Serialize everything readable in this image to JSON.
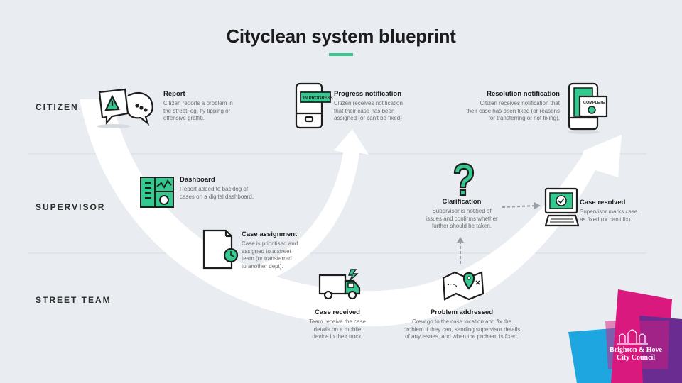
{
  "title": "Cityclean system blueprint",
  "lanes": {
    "citizen": "CITIZEN",
    "supervisor": "SUPERVISOR",
    "street_team": "STREET TEAM"
  },
  "steps": {
    "report": {
      "title": "Report",
      "lines": [
        "Citizen reports a problem in",
        "the street, eg. fly tipping or",
        "offensive graffiti."
      ]
    },
    "progress": {
      "title": "Progress notification",
      "lines": [
        "Citizen receives notification",
        "that their case has been",
        "assigned (or can't be fixed)"
      ]
    },
    "resolution": {
      "title": "Resolution notification",
      "lines": [
        "Citizen receives notification that",
        "their case has been fixed (or reasons",
        "for transferring or not fixing)."
      ]
    },
    "dashboard": {
      "title": "Dashboard",
      "lines": [
        "Report added to backlog of",
        "cases on a digital dashboard."
      ]
    },
    "assignment": {
      "title": "Case assignment",
      "lines": [
        "Case is prioritised and",
        "assigned to a street",
        "team (or transferred",
        "to another dept)."
      ]
    },
    "clarification": {
      "title": "Clarification",
      "lines": [
        "Supervisor is notified of",
        "issues and confirms whether",
        "further should be taken."
      ]
    },
    "resolved": {
      "title": "Case resolved",
      "lines": [
        "Supervisor marks case",
        "as fixed (or can't fix)."
      ]
    },
    "received": {
      "title": "Case received",
      "lines": [
        "Team receive the case",
        "details on a mobile",
        "device in their truck."
      ]
    },
    "addressed": {
      "title": "Problem addressed",
      "lines": [
        "Crew go to the case location and fix the",
        "problem if they can, sending supervisor details",
        "of any issues, and when the problem is fixed."
      ]
    }
  },
  "icon_text": {
    "phone_badge": "IN PROGRESS",
    "complete_badge": "COMPLETE"
  },
  "logo": {
    "line1": "Brighton & Hove",
    "line2": "City Council"
  },
  "colors": {
    "accent": "#34c98e",
    "background": "#e9edf2",
    "logo_magenta": "#d9197e",
    "logo_purple": "#6a2c91",
    "logo_blue": "#1ea6e0"
  }
}
